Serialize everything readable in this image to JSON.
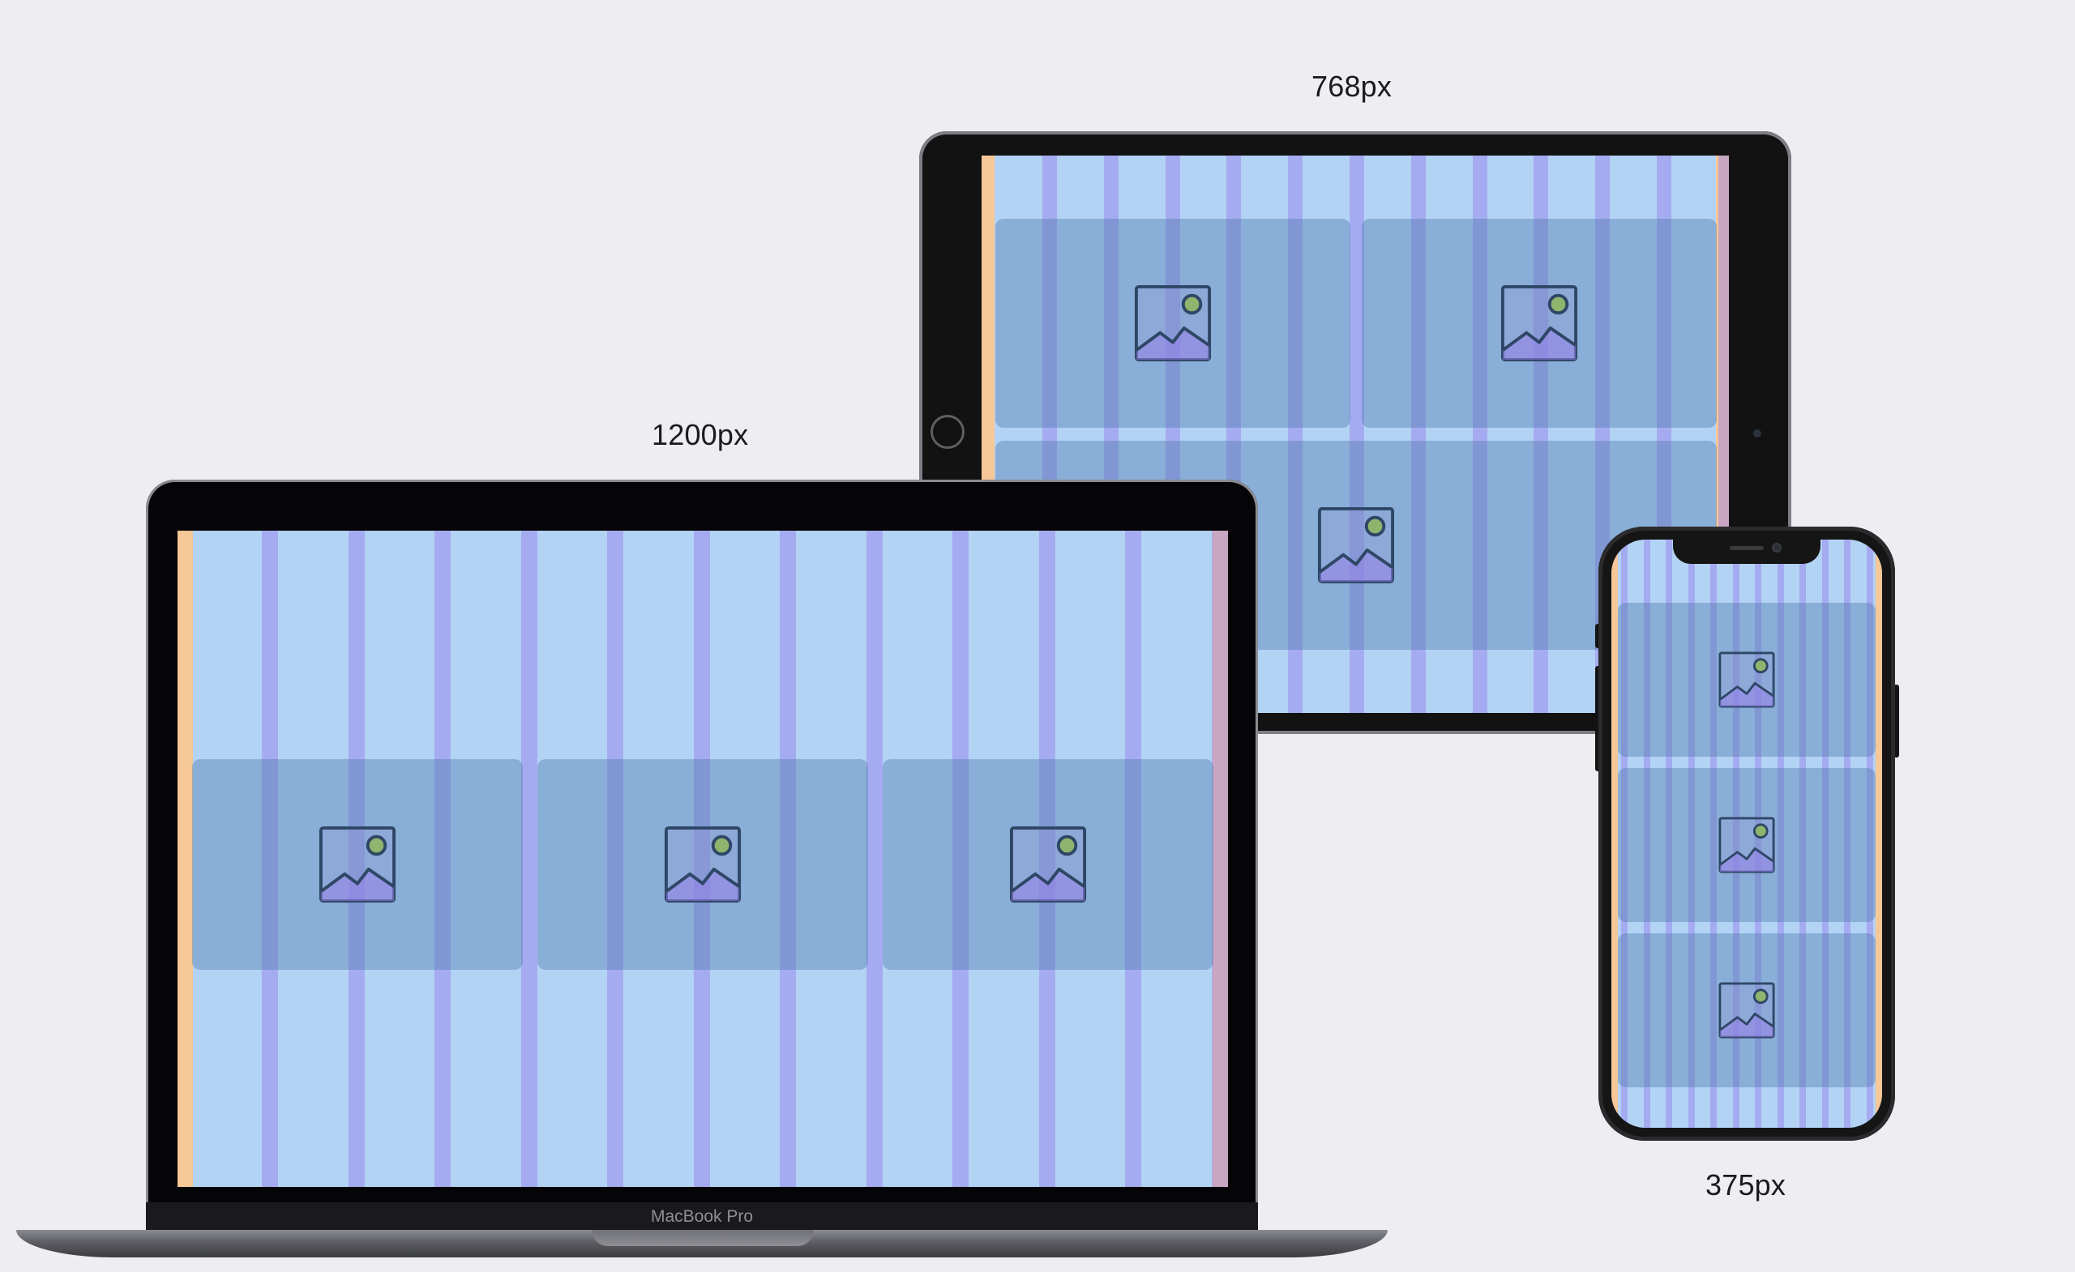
{
  "devices": {
    "tablet": {
      "label": "768px"
    },
    "laptop": {
      "label": "1200px",
      "brand": "MacBook Pro"
    },
    "phone": {
      "label": "375px"
    }
  },
  "icons": {
    "placeholder": "image-placeholder-icon"
  },
  "colors": {
    "background": "#eeedf2",
    "screen": "#b3d3f4",
    "margin": "#f6c797",
    "column": "#9680ec",
    "card": "#4e7caf",
    "icon_stroke": "#2f4766",
    "icon_sun": "#8fb46e"
  }
}
